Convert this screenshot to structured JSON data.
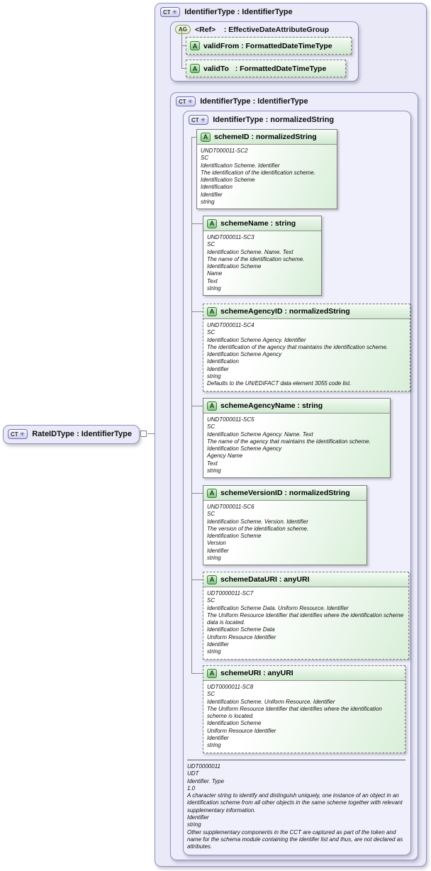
{
  "icons": {
    "ct": "CT",
    "ag": "AG",
    "attr": "A",
    "gear": "✳"
  },
  "outer": {
    "label": "IdentifierType : IdentifierType"
  },
  "group": {
    "label": "<Ref>    : EffectiveDateAttributeGroup",
    "attributes": [
      {
        "label": "validFrom : FormattedDateTimeType"
      },
      {
        "label": "validTo   : FormattedDateTimeType"
      }
    ]
  },
  "middle": {
    "label": "IdentifierType : IdentifierType"
  },
  "inner": {
    "label": "IdentifierType : normalizedString"
  },
  "attributes": [
    {
      "label": "schemeID : normalizedString",
      "doc": [
        "UNDT000011-SC2",
        "SC",
        "Identification Scheme. Identifier",
        "The identification of the identification scheme.",
        "Identification Scheme",
        "Identification",
        "Identifier",
        "string"
      ]
    },
    {
      "label": "schemeName : string",
      "doc": [
        "UNDT000011-SC3",
        "SC",
        "Identification Scheme. Name. Text",
        "The name of the identification scheme.",
        "Identification Scheme",
        "Name",
        "Text",
        "string"
      ]
    },
    {
      "label": "schemeAgencyID : normalizedString",
      "doc": [
        "UNDT000011-SC4",
        "SC",
        "Identification Scheme Agency. Identifier",
        "The identification of the agency that maintains the identification scheme.",
        "Identification Scheme Agency",
        "Identification",
        "Identifier",
        "string",
        "Defaults to the UN/EDIFACT data element 3055 code list."
      ]
    },
    {
      "label": "schemeAgencyName : string",
      "doc": [
        "UNDT000011-SC5",
        "SC",
        "Identification Scheme Agency. Name. Text",
        "The name of the agency that maintains the identification scheme.",
        "Identification Scheme Agency",
        "Agency Name",
        "Text",
        "string"
      ]
    },
    {
      "label": "schemeVersionID : normalizedString",
      "doc": [
        "UNDT000011-SC6",
        "SC",
        "Identification Scheme. Version. Identifier",
        "The version of the identification scheme.",
        "Identification Scheme",
        "Version",
        "Identifier",
        "string"
      ]
    },
    {
      "label": "schemeDataURI : anyURI",
      "doc": [
        "UDT0000011-SC7",
        "SC",
        "Identification Scheme Data. Uniform Resource. Identifier",
        "The Uniform Resource Identifier that identifies where the identification scheme data is located.",
        "Identification Scheme Data",
        "Uniform Resource Identifier",
        "Identifier",
        "string"
      ]
    },
    {
      "label": "schemeURI : anyURI",
      "doc": [
        "UDT0000011-SC8",
        "SC",
        "Identification Scheme. Uniform Resource. Identifier",
        "The Uniform Resource Identifier that identifies where the identification scheme is located.",
        "Identification Scheme",
        "Uniform Resource Identifier",
        "Identifier",
        "string"
      ]
    }
  ],
  "inner_doc": [
    "UDT0000011",
    "UDT",
    "Identifier. Type",
    "1.0",
    "A character string to identify and distinguish uniquely, one instance of an object in an identification scheme from all other objects in the same scheme together with relevant supplementary information.",
    "Identifier",
    "string",
    "Other supplementary components in the CCT are captured as part of the token and name for the schema module containing the identifer list and thus, are not declared as attributes."
  ],
  "rate_type": {
    "label": "RateIDType : IdentifierType"
  }
}
